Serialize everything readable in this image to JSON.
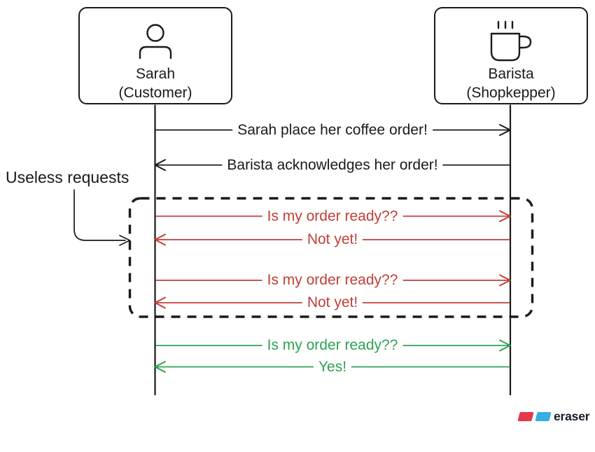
{
  "colors": {
    "ink": "#1a1a1a",
    "message_red": "#c03f38",
    "message_green": "#2da253",
    "background": "#ffffff",
    "logo_red": "#e6374b",
    "logo_blue": "#37afe1"
  },
  "actors": [
    {
      "name": "Sarah",
      "role": "(Customer)",
      "icon": "person-icon"
    },
    {
      "name": "Barista",
      "role": "(Shopkepper)",
      "icon": "coffee-cup-icon"
    }
  ],
  "annotation": {
    "label": "Useless requests"
  },
  "messages": [
    {
      "label": "Sarah place her coffee order!",
      "direction": "right",
      "color": "black"
    },
    {
      "label": "Barista acknowledges her order!",
      "direction": "left",
      "color": "black"
    },
    {
      "label": "Is my order ready??",
      "direction": "right",
      "color": "red"
    },
    {
      "label": "Not yet!",
      "direction": "left",
      "color": "red"
    },
    {
      "label": "Is my order ready??",
      "direction": "right",
      "color": "red"
    },
    {
      "label": "Not yet!",
      "direction": "left",
      "color": "red"
    },
    {
      "label": "Is my order ready??",
      "direction": "right",
      "color": "green"
    },
    {
      "label": "Yes!",
      "direction": "left",
      "color": "green"
    }
  ],
  "group": {
    "type": "dashed-box",
    "contains_message_indexes": [
      2,
      3,
      4,
      5
    ]
  },
  "branding": {
    "logo_text": "eraser"
  }
}
